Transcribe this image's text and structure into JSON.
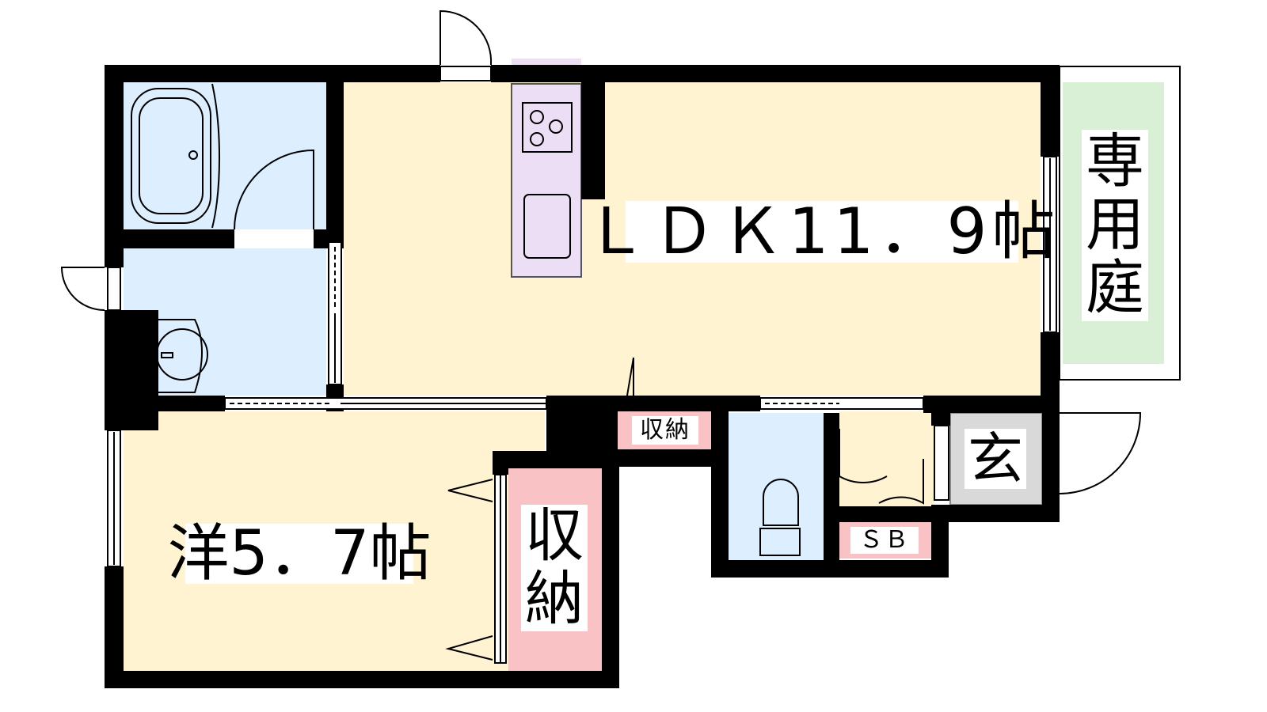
{
  "rooms": {
    "ldk": "ＬＤＫ11．9帖",
    "western": "洋5．7帖",
    "closet_main": [
      "収",
      "納"
    ],
    "closet_small": "収納",
    "private_garden": [
      "専",
      "用",
      "庭"
    ],
    "entrance": "玄",
    "shoe_box": "ＳＢ"
  },
  "colors": {
    "floor": "#fff3d2",
    "wet_area": "#ddeeff",
    "kitchen": "#ecdff5",
    "storage": "#f9c3c6",
    "garden": "#d9efd6",
    "entrance": "#d9d9d9",
    "wall": "#000000"
  }
}
